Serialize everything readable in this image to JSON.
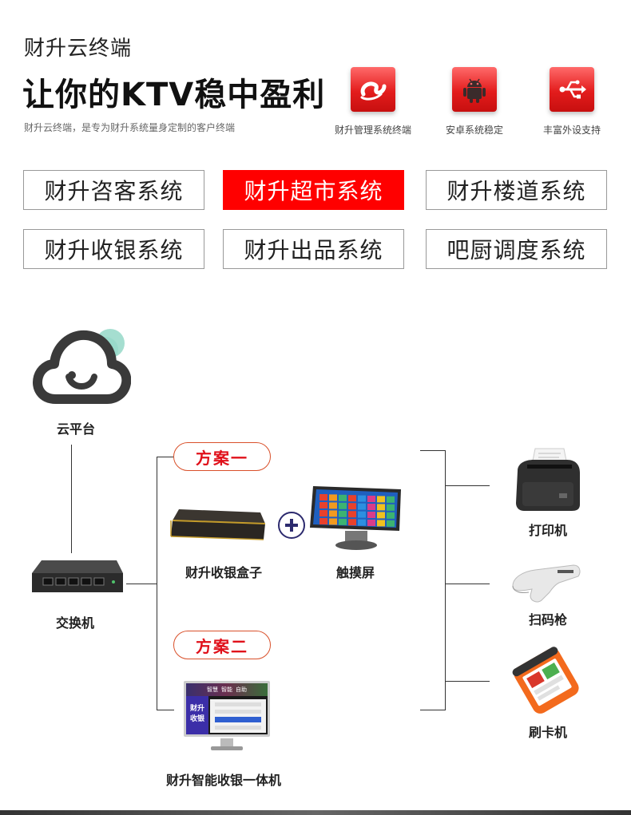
{
  "header": {
    "subtitle": "财升云终端",
    "headline": "让你的KTV稳中盈利",
    "description": "财升云终端，是专为财升系统量身定制的客户终端"
  },
  "features": [
    {
      "label": "财升管理系统终端",
      "icon": "logo-s-icon"
    },
    {
      "label": "安卓系统稳定",
      "icon": "android-icon"
    },
    {
      "label": "丰富外设支持",
      "icon": "usb-icon"
    }
  ],
  "systems": [
    {
      "label": "财升咨客系统",
      "active": false
    },
    {
      "label": "财升超市系统",
      "active": true
    },
    {
      "label": "财升楼道系统",
      "active": false
    },
    {
      "label": "财升收银系统",
      "active": false
    },
    {
      "label": "财升出品系统",
      "active": false
    },
    {
      "label": "吧厨调度系统",
      "active": false
    }
  ],
  "diagram": {
    "cloud": "云平台",
    "switch": "交换机",
    "plan1": "方案一",
    "plan2": "方案二",
    "cash_box": "财升收银盒子",
    "touchscreen": "触摸屏",
    "all_in_one": "财升智能收银一体机",
    "printer": "打印机",
    "scanner": "扫码枪",
    "card_reader": "刷卡机",
    "screen_text": {
      "tab1": "智慧",
      "tab2": "智能",
      "tab3": "自助",
      "brand1": "财升",
      "brand2": "收银"
    }
  },
  "colors": {
    "accent_red": "#ff0000",
    "plan_text": "#e0101a",
    "cloud_dot": "#8fd6c4"
  }
}
